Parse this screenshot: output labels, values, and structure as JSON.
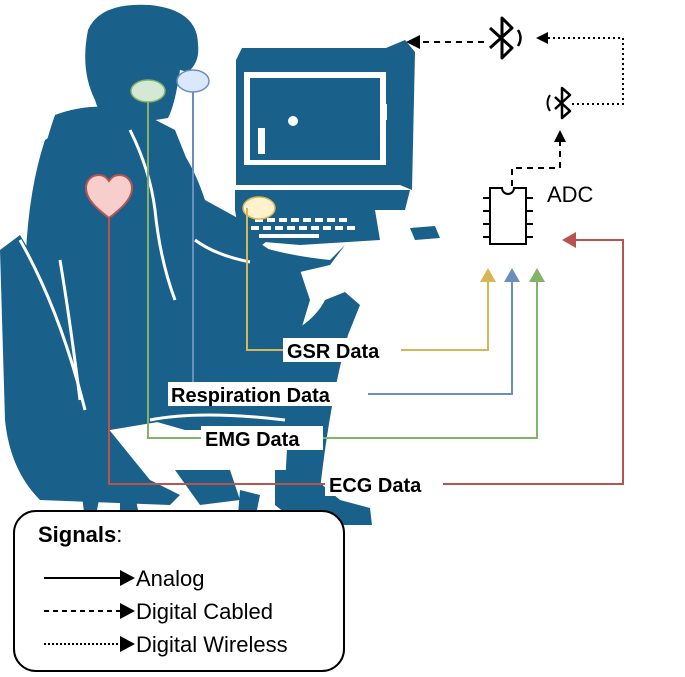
{
  "signals": {
    "gsr": "GSR Data",
    "respiration": "Respiration Data",
    "emg": "EMG Data",
    "ecg": "ECG Data"
  },
  "adc": {
    "label": "ADC"
  },
  "legend": {
    "title": "Signals",
    "title_suffix": ":",
    "items": [
      {
        "label": "Analog",
        "style": "solid"
      },
      {
        "label": "Digital Cabled",
        "style": "dashed"
      },
      {
        "label": "Digital Wireless",
        "style": "dotted"
      }
    ]
  },
  "colors": {
    "silhouette": "#19608A",
    "gsr": "#D6B656",
    "respiration": "#6C8EBF",
    "emg": "#82B366",
    "ecg": "#B85450",
    "heart": "#F8CECC",
    "gsr_sensor": "#FFF2CC",
    "resp_sensor": "#DAE8FC",
    "emg_sensor": "#D5E8D4"
  },
  "icons": [
    "bluetooth-icon",
    "bluetooth-icon",
    "chip-icon",
    "heart-icon"
  ]
}
